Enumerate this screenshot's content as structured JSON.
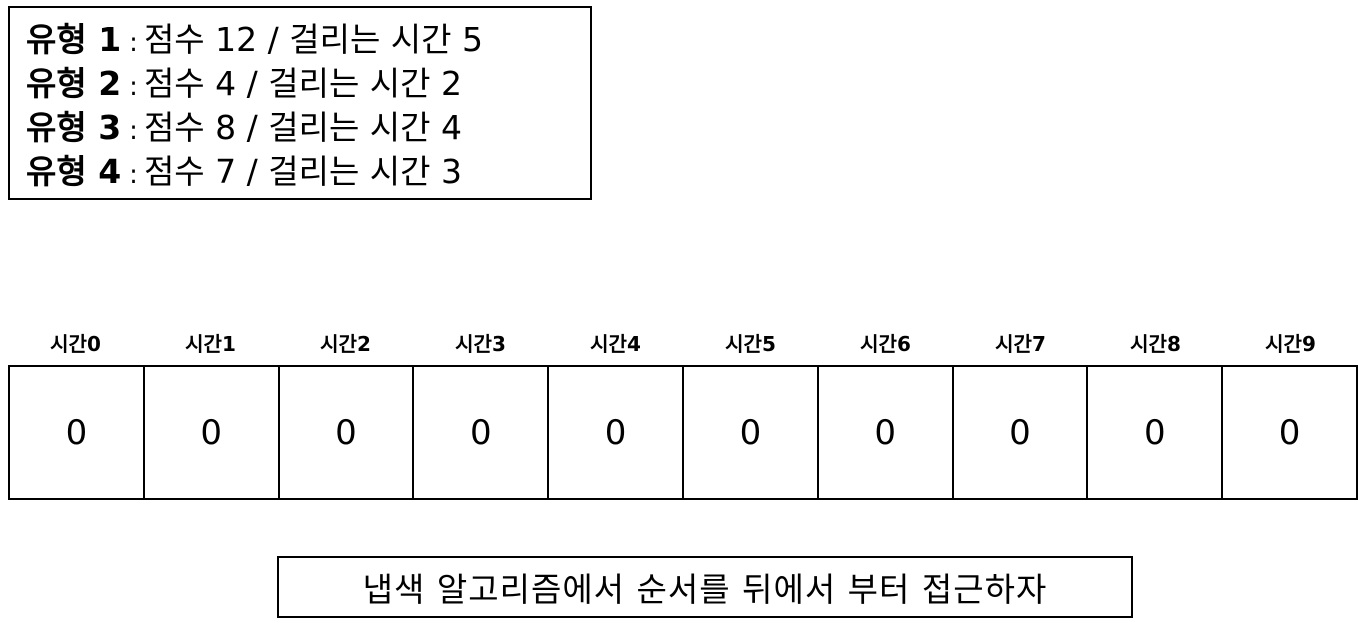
{
  "types": [
    {
      "name": "유형 1",
      "sep": ":",
      "desc": "점수 12 / 걸리는 시간 5"
    },
    {
      "name": "유형 2",
      "sep": ":",
      "desc": "점수 4 / 걸리는 시간 2"
    },
    {
      "name": "유형 3",
      "sep": ":",
      "desc": "점수 8 / 걸리는 시간 4"
    },
    {
      "name": "유형 4",
      "sep": ":",
      "desc": "점수 7 / 걸리는 시간 3"
    }
  ],
  "time_headers": [
    "시간0",
    "시간1",
    "시간2",
    "시간3",
    "시간4",
    "시간5",
    "시간6",
    "시간7",
    "시간8",
    "시간9"
  ],
  "time_values": [
    "0",
    "0",
    "0",
    "0",
    "0",
    "0",
    "0",
    "0",
    "0",
    "0"
  ],
  "hint": "냅색 알고리즘에서 순서를 뒤에서 부터 접근하자"
}
